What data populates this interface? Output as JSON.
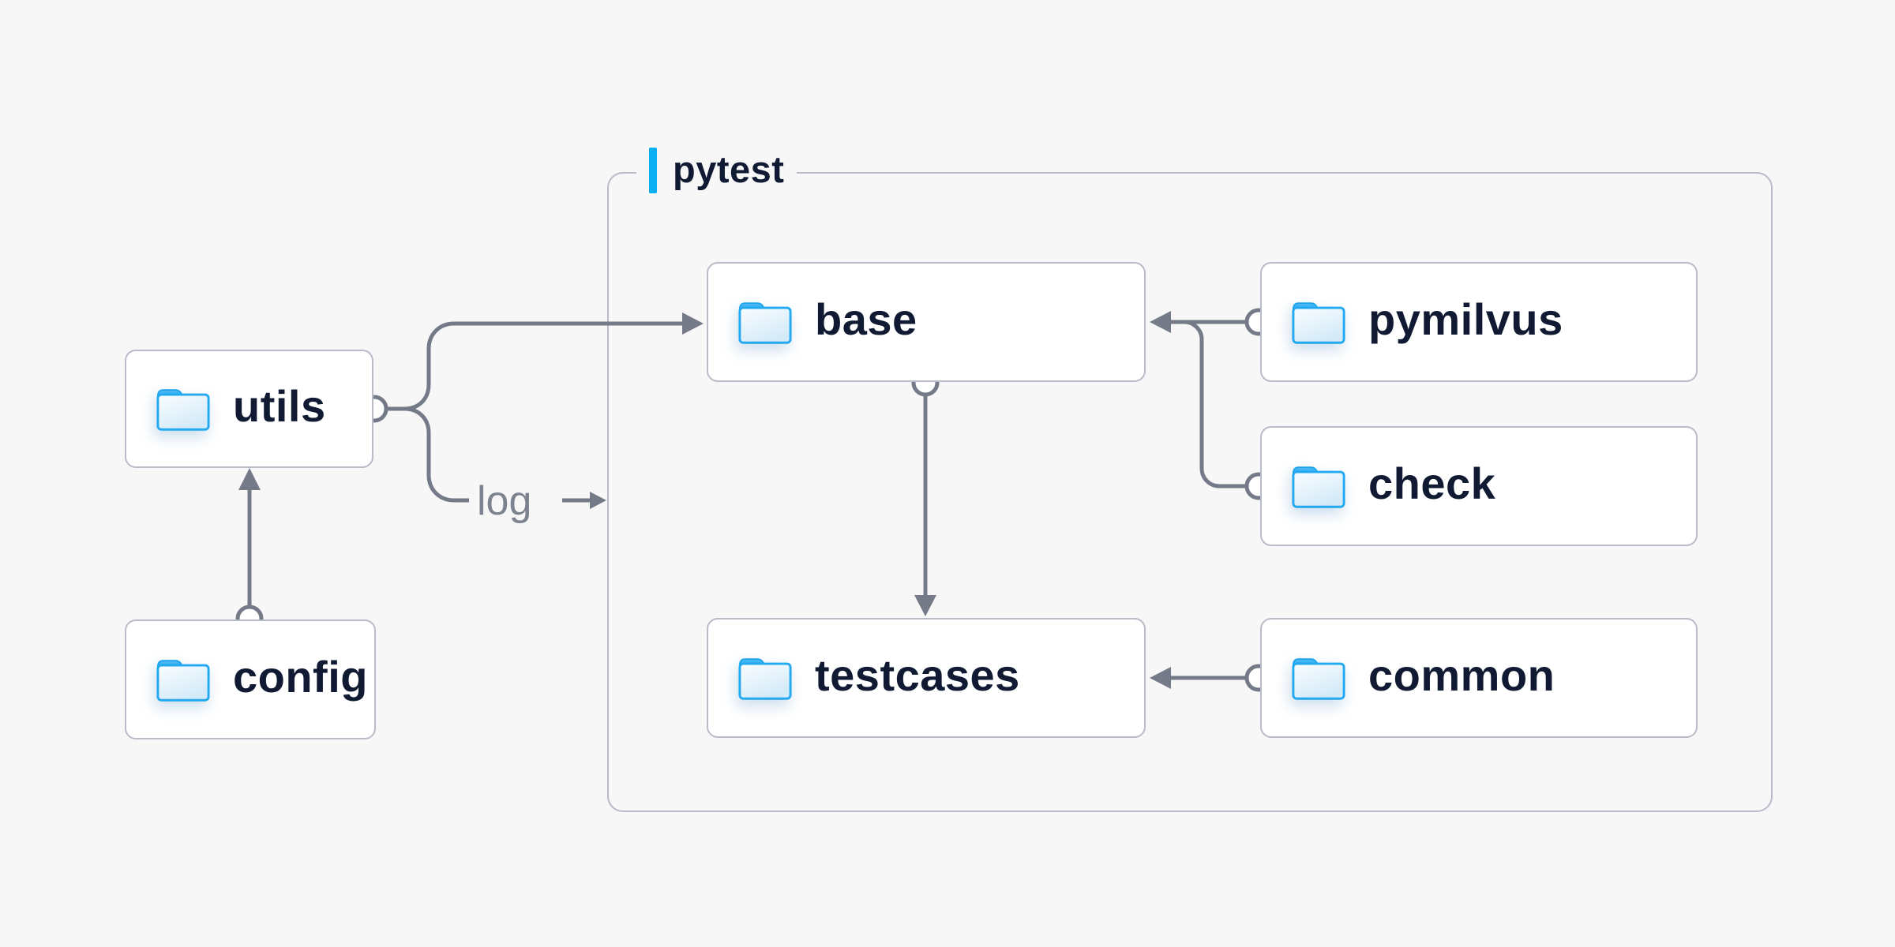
{
  "page": {
    "background": "#f7f7f8"
  },
  "diagram": {
    "group": {
      "label": "pytest",
      "accent_color": "#0aaef1"
    },
    "nodes": {
      "utils": {
        "label": "utils",
        "icon": "folder-icon"
      },
      "config": {
        "label": "config",
        "icon": "folder-icon"
      },
      "base": {
        "label": "base",
        "icon": "folder-icon"
      },
      "pymilvus": {
        "label": "pymilvus",
        "icon": "folder-icon"
      },
      "check": {
        "label": "check",
        "icon": "folder-icon"
      },
      "testcases": {
        "label": "testcases",
        "icon": "folder-icon"
      },
      "common": {
        "label": "common",
        "icon": "folder-icon"
      }
    },
    "edge_label": {
      "log": "log"
    },
    "edges": [
      {
        "from": "config",
        "to": "utils"
      },
      {
        "from": "utils",
        "to": "base"
      },
      {
        "from": "utils",
        "to": "log",
        "label": "log"
      },
      {
        "from": "pymilvus",
        "to": "base"
      },
      {
        "from": "check",
        "to": "base"
      },
      {
        "from": "base",
        "to": "testcases"
      },
      {
        "from": "common",
        "to": "testcases"
      }
    ],
    "colors": {
      "node_background": "#ffffff",
      "node_border": "#b8bcc8",
      "node_text": "#101b33",
      "connector": "#747a88",
      "edge_label_text": "#7c828f",
      "group_border": "#b8bcc8",
      "accent": "#0aaef1",
      "folder_blue": "#22a9f0"
    }
  }
}
